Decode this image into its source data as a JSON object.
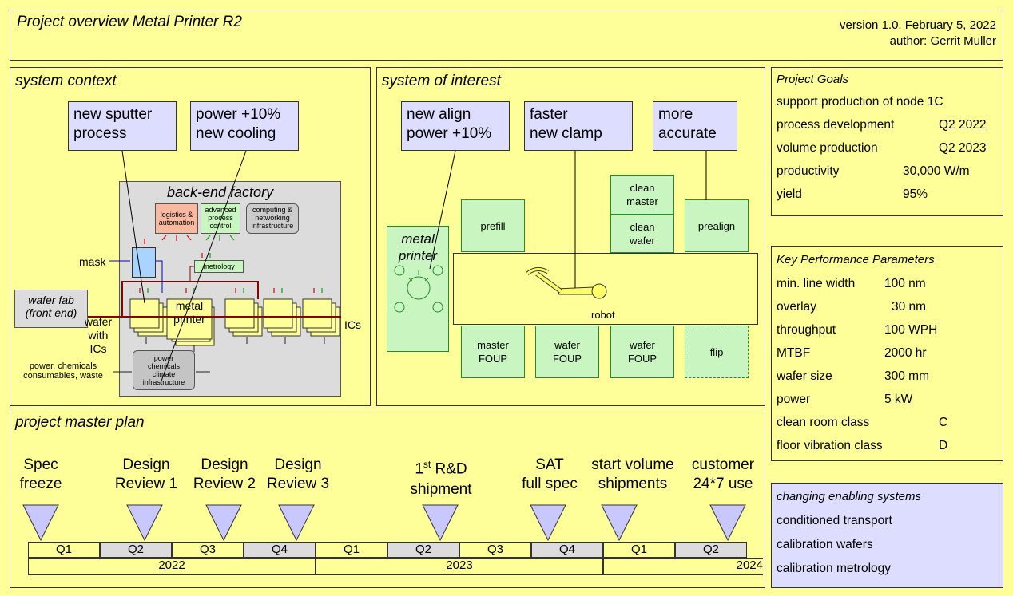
{
  "header": {
    "title": "Project overview Metal Printer R2",
    "version": "version 1.0. February 5, 2022",
    "author": "author: Gerrit Muller"
  },
  "context": {
    "title": "system context",
    "box1": [
      "new sputter",
      "process"
    ],
    "box2": [
      "power +10%",
      "new cooling"
    ],
    "factory_title": "back-end factory",
    "logistics": [
      "logistics &",
      "automation"
    ],
    "apc": [
      "advanced",
      "process",
      "control"
    ],
    "computing": [
      "computing &",
      "networking",
      "infrastructure"
    ],
    "metrology": "metrology",
    "mask": "mask",
    "wafer_fab": [
      "wafer fab",
      "(front end)"
    ],
    "wafer_ics": [
      "wafer",
      "with",
      "ICs"
    ],
    "ics": "ICs",
    "metal_printer": [
      "metal",
      "printer"
    ],
    "power_left": [
      "power, chemicals",
      "consumables, waste"
    ],
    "power_box": [
      "power",
      "chemicals",
      "climate",
      "infrastructure"
    ]
  },
  "soi": {
    "title": "system of interest",
    "box1": [
      "new align",
      "power +10%"
    ],
    "box2": [
      "faster",
      "new clamp"
    ],
    "box3": [
      "more",
      "accurate"
    ],
    "clean_master": [
      "clean",
      "master"
    ],
    "clean_wafer": [
      "clean",
      "wafer"
    ],
    "prefill": "prefill",
    "prealign": "prealign",
    "metal_printer": [
      "metal",
      "printer"
    ],
    "robot": "robot",
    "master_foup": [
      "master",
      "FOUP"
    ],
    "wafer_foup1": [
      "wafer",
      "FOUP"
    ],
    "wafer_foup2": [
      "wafer",
      "FOUP"
    ],
    "flip": "flip"
  },
  "goals": {
    "title": "Project Goals",
    "rows": [
      {
        "label": "support production of node 1C",
        "value": ""
      },
      {
        "label": "process development",
        "value": "Q2 2022"
      },
      {
        "label": "volume production",
        "value": "Q2 2023"
      },
      {
        "label": "productivity",
        "value": "30,000 W/m"
      },
      {
        "label": "yield",
        "value": "95%"
      }
    ]
  },
  "kpp": {
    "title": "Key Performance Parameters",
    "rows": [
      {
        "label": "min. line width",
        "value": "100 nm"
      },
      {
        "label": "overlay",
        "value": "30 nm"
      },
      {
        "label": "throughput",
        "value": "100 WPH"
      },
      {
        "label": "MTBF",
        "value": "2000 hr"
      },
      {
        "label": "wafer size",
        "value": "300 mm"
      },
      {
        "label": "power",
        "value": "5 kW"
      },
      {
        "label": "clean room class",
        "value": "C"
      },
      {
        "label": "floor vibration class",
        "value": "D"
      }
    ]
  },
  "enabling": {
    "title": "changing enabling systems",
    "items": [
      "conditioned transport",
      "calibration wafers",
      "calibration metrology"
    ]
  },
  "plan": {
    "title": "project master plan",
    "milestones": [
      {
        "line1": "Spec",
        "line2": "freeze"
      },
      {
        "line1": "Design",
        "line2": "Review 1"
      },
      {
        "line1": "Design",
        "line2": "Review 2"
      },
      {
        "line1": "Design",
        "line2": "Review 3"
      },
      {
        "line1": "1st R&D",
        "line2": "shipment"
      },
      {
        "line1": "SAT",
        "line2": "full spec"
      },
      {
        "line1": "start volume",
        "line2": "shipments"
      },
      {
        "line1": "customer",
        "line2": "24*7 use"
      }
    ],
    "first_sup": "st",
    "first_base": "1",
    "first_rest": " R&D",
    "quarters": [
      "Q1",
      "Q2",
      "Q3",
      "Q4",
      "Q1",
      "Q2",
      "Q3",
      "Q4",
      "Q1",
      "Q2"
    ],
    "years": [
      "2022",
      "2023",
      "2024"
    ]
  },
  "colors": {
    "background": "#ffff99",
    "blue_box": "#ddddff",
    "green_box": "#c9f5c1",
    "gray_quarter": "#dcdcdc",
    "triangle": "#c8c8ff"
  }
}
